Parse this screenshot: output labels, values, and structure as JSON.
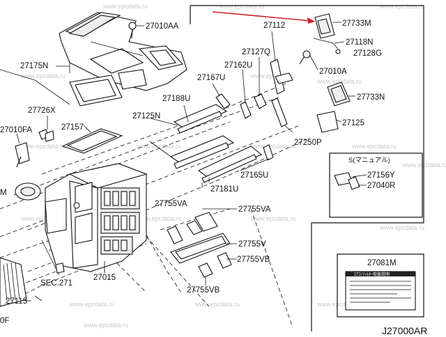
{
  "diagram": {
    "code": "J27000AR",
    "watermark": "www.epcdata.ru",
    "inset_title": "S(マニュアル)",
    "label_title": "27081M",
    "label_heading": "ｴｱｺﾝﾌｨﾙﾀｰ取扱説明"
  },
  "labels": {
    "p27010AA": "27010AA",
    "p27175N": "27175N",
    "p27726X": "27726X",
    "p27010FA": "27010FA",
    "p27157": "27157",
    "p27188U": "27188U",
    "p27125N": "27125N",
    "p27167U": "27167U",
    "p27162U": "27162U",
    "p27127Q": "27127Q",
    "p27112": "27112",
    "p27733M": "27733M",
    "p27118N": "27118N",
    "p27128G": "27128G",
    "p27010A": "27010A",
    "p27733N": "27733N",
    "p27125": "27125",
    "p27250P": "27250P",
    "p27165U": "27165U",
    "p27181U": "27181U",
    "p27156Y": "27156Y",
    "p27040R": "27040R",
    "p27755VA_l": "27755VA",
    "p27755VA_r": "27755VA",
    "p27755V": "27755V",
    "p27755VB_r": "27755VB",
    "p27755VB_b": "27755VB",
    "p27015": "27015",
    "sec271": "SEC.271",
    "p27115": "27115",
    "m_cut": "M",
    "f_cut": "0F"
  }
}
